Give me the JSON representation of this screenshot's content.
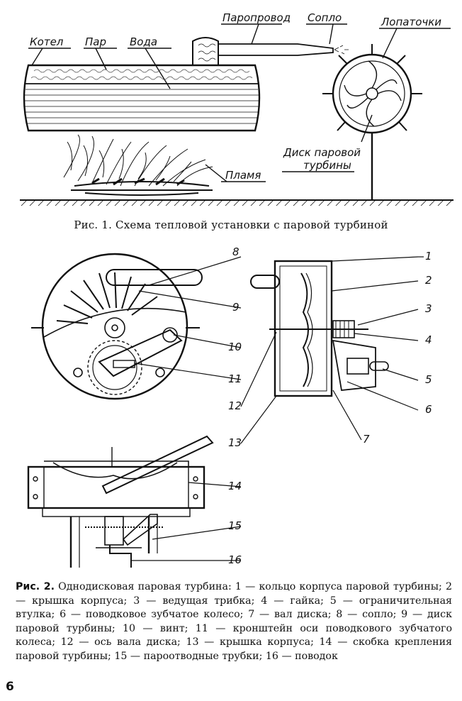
{
  "figure1": {
    "labels": {
      "kotel": "Котел",
      "par": "Пар",
      "voda": "Вода",
      "paroprovod": "Паропровод",
      "soplo": "Сопло",
      "lopatochki": "Лопаточки",
      "disk_line1": "Диск паровой",
      "disk_line2": "турбины",
      "plamya": "Пламя"
    },
    "caption": "Рис. 1. Схема тепловой установки с паровой турбиной"
  },
  "figure2": {
    "callouts": [
      "1",
      "2",
      "3",
      "4",
      "5",
      "6",
      "7",
      "8",
      "9",
      "10",
      "11",
      "12",
      "13",
      "14",
      "15",
      "16"
    ],
    "caption_prefix": "Рис. 2.",
    "caption_text": "Однодисковая паровая турбина: 1 — кольцо корпуса паровой турбины; 2 — крышка корпуса; 3 — ведущая трибка; 4 — гайка; 5 — ограничительная втулка; 6 — поводковое зубчатое колесо; 7 — вал диска; 8 — сопло; 9 — диск паровой турбины; 10 — винт; 11 — кронштейн оси поводкового зубчатого колеса; 12 — ось вала диска; 13 — крышка корпуса; 14 — скобка крепления паровой турбины; 15 — пароотводные трубки; 16 — поводок"
  },
  "page_number": "6"
}
